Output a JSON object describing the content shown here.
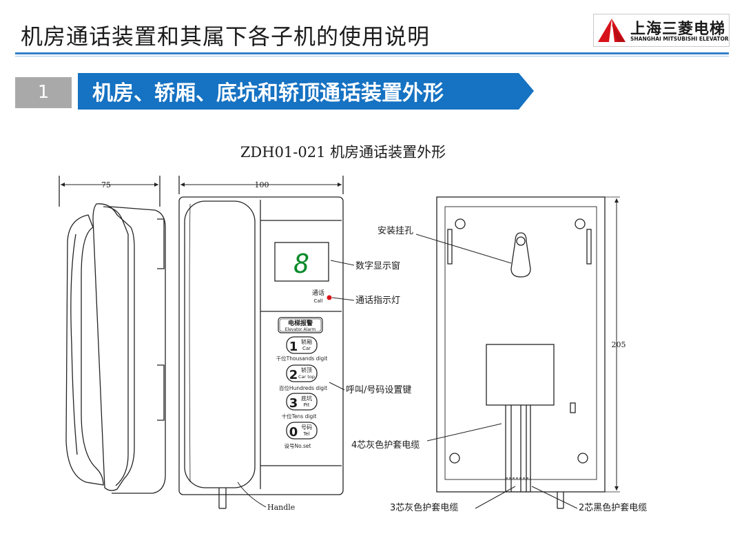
{
  "header": {
    "title": "机房通话装置和其属下各子机的使用说明",
    "logo_cn": "上海三菱电梯",
    "logo_en": "SHANGHAI MITSUBISHI ELEVATOR",
    "brand_color": "#d8121a",
    "rule_color": "#2f7fc8"
  },
  "section": {
    "number": "1",
    "title": "机房、轿厢、底坑和轿顶通话装置外形",
    "banner_color": "#1672c2"
  },
  "diagram": {
    "title": "ZDH01-021 机房通话装置外形",
    "dimensions": {
      "side_width": "75",
      "front_width": "100",
      "back_height": "205"
    },
    "display_digit": "8",
    "indicator_cn": "通话",
    "indicator_en": "Call",
    "buttons": {
      "alarm_cn": "电梯报警",
      "alarm_en": "Elevator Alarm",
      "key1": "1",
      "key1_cn": "轿厢",
      "key1_en": "Car",
      "key1_caption": "千位Thousands digit",
      "key2": "2",
      "key2_cn": "轿顶",
      "key2_en": "Car top",
      "key2_caption": "百位Hundreds digit",
      "key3": "3",
      "key3_cn": "底坑",
      "key3_en": "Pit",
      "key3_caption": "十位Tens digit",
      "key0": "0",
      "key0_cn": "号码",
      "key0_en": "Tel",
      "key0_caption": "设号No.set"
    },
    "labels": {
      "handle": "Handle",
      "display_window": "数字显示窗",
      "call_indicator": "通话指示灯",
      "key_setting": "呼叫/号码设置键",
      "mount_hole": "安装挂孔",
      "cable_4core": "4芯灰色护套电缆",
      "cable_3core": "3芯灰色护套电缆",
      "cable_2core": "2芯黑色护套电缆"
    },
    "display_digit_color": "#0a8a2a",
    "indicator_color": "#d8121a"
  }
}
